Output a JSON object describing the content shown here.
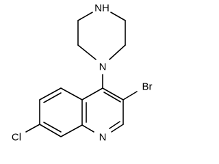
{
  "molecule": {
    "atoms": {
      "nh": "NH",
      "n_pip": "N",
      "br": "Br",
      "cl": "Cl",
      "n_ring": "N"
    }
  }
}
